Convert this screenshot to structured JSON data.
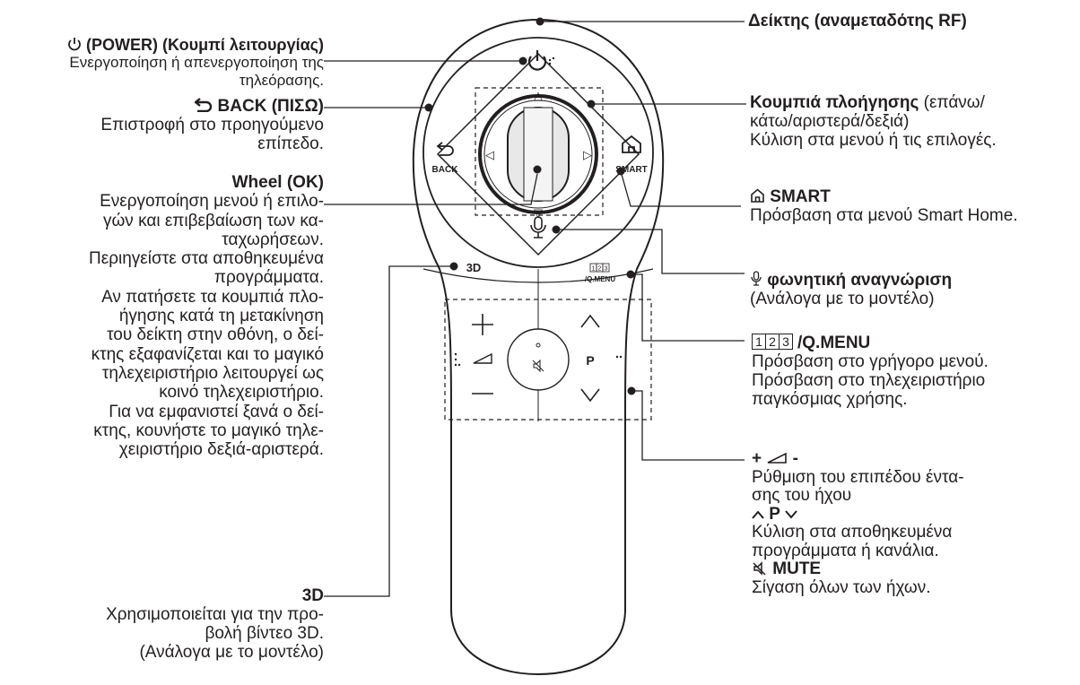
{
  "left": {
    "power": {
      "title": "(POWER) (Κουμπί λειτουργίας)",
      "lines": [
        "Ενεργοποίηση ή απενεργοποίηση της",
        "τηλεόρασης."
      ]
    },
    "back": {
      "title": "BACK (ΠΙΣΩ)",
      "lines": [
        "Επιστροφή στο προηγούμενο",
        "επίπεδο."
      ]
    },
    "wheel": {
      "title": "Wheel (OK)",
      "lines": [
        "Ενεργοποίηση μενού ή επιλο-",
        "γών και επιβεβαίωση των κα-",
        "ταχωρήσεων.",
        "Περιηγείστε στα αποθηκευμένα",
        "προγράμματα.",
        "Αν πατήσετε τα κουμπιά πλο-",
        "ήγησης κατά τη μετακίνηση",
        "του δείκτη στην οθόνη, ο δεί-",
        "κτης εξαφανίζεται και το μαγικό",
        "τηλεχειριστήριο λειτουργεί ως",
        "κοινό τηλεχειριστήριο.",
        "Για να εμφανιστεί ξανά ο δεί-",
        "κτης, κουνήστε το μαγικό τηλε-",
        "χειριστήριο δεξιά-αριστερά."
      ]
    },
    "threed": {
      "title": "3D",
      "lines": [
        "Χρησιμοποιείται για την προ-",
        "βολή βίντεο 3D.",
        "(Ανάλογα με το μοντέλο)"
      ]
    }
  },
  "right": {
    "pointer": {
      "title": "Δείκτης (αναμεταδότης RF)"
    },
    "nav": {
      "title": "Κουμπιά πλοήγησης",
      "title_rest": " (επάνω/",
      "lines": [
        "κάτω/αριστερά/δεξιά)",
        "Κύλιση στα μενού ή τις επιλογές."
      ]
    },
    "smart": {
      "title": "SMART",
      "lines": [
        "Πρόσβαση στα μενού Smart Home."
      ]
    },
    "voice": {
      "title": "φωνητική αναγνώριση",
      "lines": [
        "(Ανάλογα με το μοντέλο)"
      ]
    },
    "qmenu": {
      "digits": [
        "1",
        "2",
        "3"
      ],
      "title": "/Q.MENU",
      "lines": [
        "Πρόσβαση στο γρήγορο μενού.",
        "Πρόσβαση στο τηλεχειριστήριο",
        "παγκόσμιας χρήσης."
      ]
    },
    "volume": {
      "title_plus": "+",
      "title_minus": "-",
      "lines": [
        "Ρύθμιση του επιπέδου έντα-",
        "σης του ήχου"
      ]
    },
    "program": {
      "title": "P",
      "lines": [
        "Κύλιση στα αποθηκευμένα",
        "προγράμματα ή κανάλια."
      ]
    },
    "mute": {
      "title": "MUTE",
      "lines": [
        "Σίγαση όλων των ήχων."
      ]
    }
  },
  "remote": {
    "back_label": "BACK",
    "smart_label": "SMART",
    "threed_label": "3D",
    "qmenu_digits": [
      "1",
      "2",
      "3"
    ],
    "qmenu_label": "/Q.MENU",
    "p_label": "P",
    "plus_label": "+",
    "minus_label": "—"
  },
  "icons": [
    "power-icon",
    "back-icon",
    "home-icon",
    "microphone-icon",
    "mute-icon",
    "volume-icon",
    "chevron-up-icon",
    "chevron-down-icon"
  ],
  "colors": {
    "ink": "#231f20",
    "background": "#ffffff"
  }
}
